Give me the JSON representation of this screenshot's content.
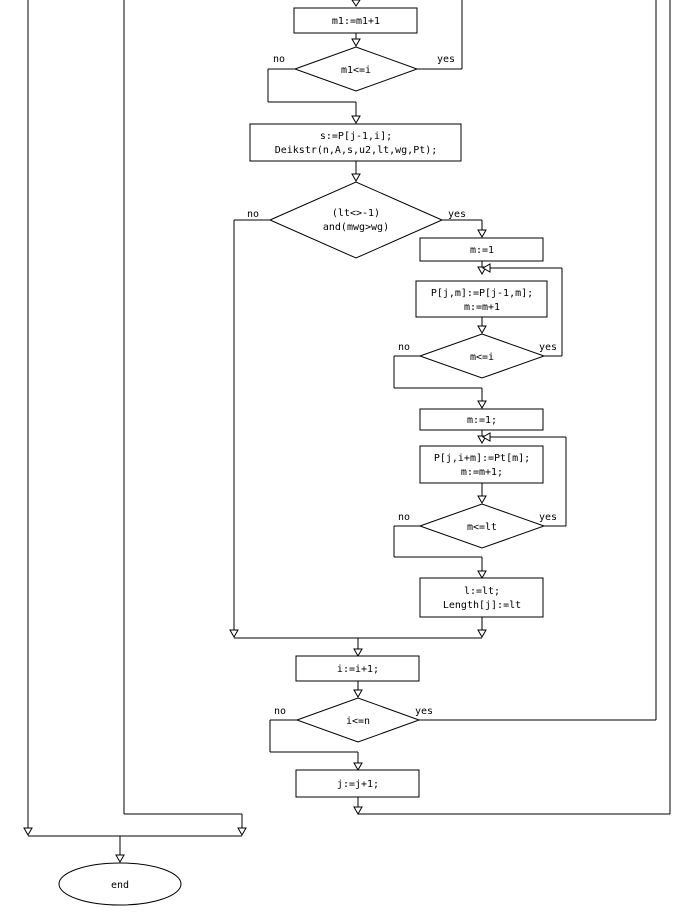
{
  "flowchart": {
    "blocks": {
      "m1_inc": "m1:=m1+1",
      "cond_m1": "m1<=i",
      "s_assign_1": "s:=P[j-1,i];",
      "s_assign_2": "Deikstr(n,A,s,u2,lt,wg,Pt);",
      "cond_lt_1": "(lt<>-1)",
      "cond_lt_2": "and(mwg>wg)",
      "m_init_1": "m:=1",
      "p_copy_1": "P[j,m]:=P[j-1,m];",
      "p_copy_2": "m:=m+1",
      "cond_m_i": "m<=i",
      "m_init_2": "m:=1;",
      "p_pt_1": "P[j,i+m]:=Pt[m];",
      "p_pt_2": "m:=m+1;",
      "cond_m_lt": "m<=lt",
      "l_assign_1": "l:=lt;",
      "l_assign_2": "Length[j]:=lt",
      "i_inc": "i:=i+1;",
      "cond_i_n": "i<=n",
      "j_inc": "j:=j+1;",
      "end": "end"
    },
    "branch_labels": {
      "no": "no",
      "yes": "yes"
    }
  }
}
